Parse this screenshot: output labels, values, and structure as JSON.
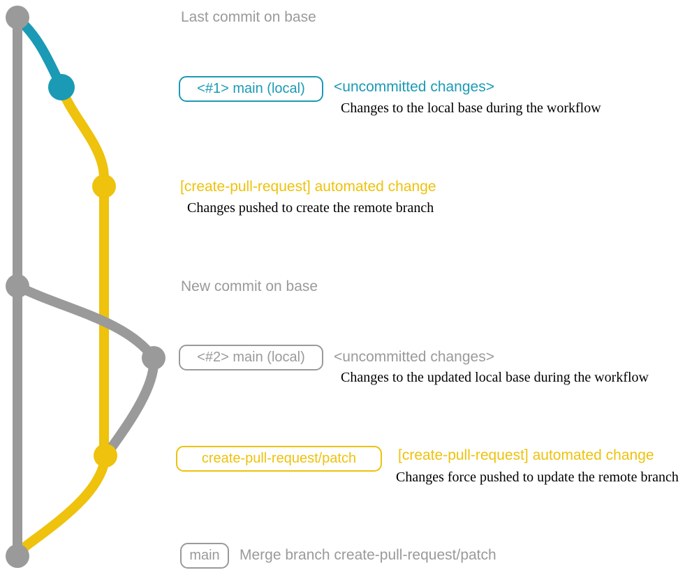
{
  "colors": {
    "teal": "#1b9ab5",
    "yellow": "#eec20d",
    "gray": "#9a9a9a",
    "caption": "#000000",
    "bg": "#ffffff"
  },
  "rows": {
    "last_commit": {
      "label": "Last commit on base"
    },
    "uncommitted_1": {
      "badge": "<#1> main (local)",
      "heading": "<uncommitted changes>",
      "caption": "Changes to the local base during the workflow"
    },
    "automated_1": {
      "heading": "[create-pull-request] automated change",
      "caption": "Changes pushed to create the remote branch"
    },
    "new_commit": {
      "label": "New commit on base"
    },
    "uncommitted_2": {
      "badge": "<#2> main (local)",
      "heading": "<uncommitted changes>",
      "caption": "Changes to the updated local base during the workflow"
    },
    "automated_2": {
      "badge": "create-pull-request/patch",
      "heading": "[create-pull-request] automated change",
      "caption": "Changes force pushed to update the remote branch"
    },
    "merge": {
      "badge": "main",
      "label": "Merge branch create-pull-request/patch"
    }
  },
  "commits": [
    {
      "name": "last-commit-on-base",
      "color": "gray"
    },
    {
      "name": "local-main-1",
      "color": "teal"
    },
    {
      "name": "automated-change-1",
      "color": "yellow"
    },
    {
      "name": "new-commit-on-base",
      "color": "gray"
    },
    {
      "name": "local-main-2",
      "color": "gray"
    },
    {
      "name": "patch-commit",
      "color": "yellow"
    },
    {
      "name": "merge-commit",
      "color": "gray"
    }
  ]
}
